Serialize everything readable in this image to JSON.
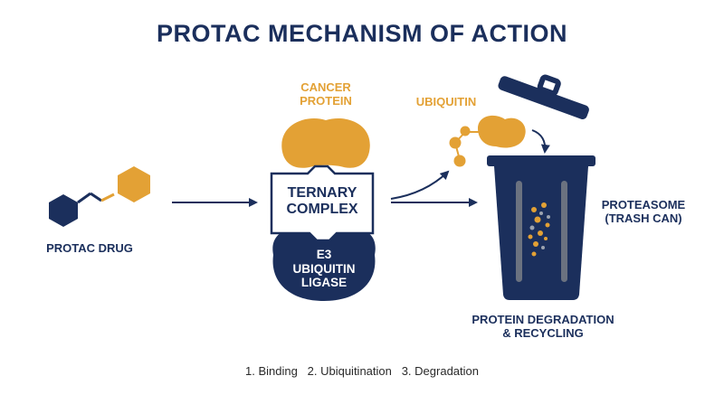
{
  "title": "PROTAC MECHANISM OF ACTION",
  "labels": {
    "drug": "PROTAC DRUG",
    "cancer_protein": [
      "CANCER",
      "PROTEIN"
    ],
    "ternary_complex": [
      "TERNARY",
      "COMPLEX"
    ],
    "e3_ligase": [
      "E3",
      "UBIQUITIN",
      "LIGASE"
    ],
    "ubiquitin": "UBIQUITIN",
    "proteasome": [
      "PROTEASOME",
      "(TRASH CAN)"
    ],
    "degradation": [
      "PROTEIN DEGRADATION",
      "& RECYCLING"
    ]
  },
  "footer": "1. Binding   2. Ubiquitination   3. Degradation",
  "colors": {
    "navy": "#1b2f5c",
    "gold": "#e3a135",
    "gray": "#6b7280"
  }
}
